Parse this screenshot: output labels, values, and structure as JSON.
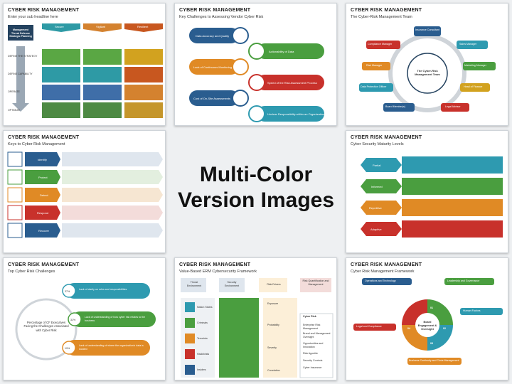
{
  "headline": {
    "line1": "Multi-Color",
    "line2": "Version Images"
  },
  "slides": [
    {
      "title": "CYBER RISK MANAGEMENT",
      "subtitle": "Enter your sub headline here",
      "columns": [
        "Secure",
        "Vigilant",
        "Resilient"
      ],
      "left_labels": [
        "Management Threat Defense Strategic Planning",
        "DEFINE THE STRATEGY",
        "DEFINE CAPABILITY",
        "OPERATE",
        "OPTIMIZE"
      ]
    },
    {
      "title": "CYBER RISK MANAGEMENT",
      "subtitle": "Key Challenges to Assessing Vendor Cyber Risk",
      "items": [
        "Data Accuracy and Quality",
        "Lack of Continuous Monitoring",
        "Cost of On-Site Assessments",
        "Actionability of Data",
        "Speed of the Risk Assessment Process",
        "Unclear Responsibility within an Organization"
      ]
    },
    {
      "title": "CYBER RISK MANAGEMENT",
      "subtitle": "The Cyber-Risk Management Team",
      "center": "The Cyber-Risk Management Team",
      "roles": [
        "Insurance Consultant",
        "Sales Manager",
        "Marketing Manager",
        "Head of Finance",
        "Legal Advisor",
        "Board Member(s)",
        "Data Protection Officer",
        "Risk Manager",
        "Compliance Manager"
      ]
    },
    {
      "title": "CYBER RISK MANAGEMENT",
      "subtitle": "Keys to Cyber Risk Management",
      "keys": [
        "Identify",
        "Protect",
        "Detect",
        "Respond",
        "Recover"
      ]
    },
    {
      "title": "CYBER RISK MANAGEMENT",
      "subtitle": "Cyber Security Maturity Levels",
      "levels": [
        "Partial",
        "Informed",
        "Repetitive",
        "Adaptive"
      ]
    },
    {
      "title": "CYBER RISK MANAGEMENT",
      "subtitle": "Top Cyber Risk Challenges",
      "center": "Percentage of CF Executives Facing the Challenges Associated with Cyber Risk",
      "pcts": [
        "37%",
        "31%",
        "19%"
      ],
      "items": [
        "Lack of clarity on roles and responsibilities",
        "Lack of understanding of how cyber risk relates to the business",
        "Lack of understanding of where the organization's data is located"
      ]
    },
    {
      "title": "CYBER RISK MANAGEMENT",
      "subtitle": "Value-Based ERM Cybersecurity Framework",
      "flow": [
        "Threat Environment",
        "Security Environment",
        "Risk Drivers",
        "Risk Quantification and Management"
      ],
      "left": [
        "Nation States",
        "Criminals",
        "Terrorists",
        "Hacktivists",
        "Insiders"
      ],
      "mid": [
        "Exposure",
        "Probability",
        "Severity",
        "Correlation"
      ],
      "right_title": "Cyber Risk",
      "right": [
        "Enterprise Risk Management",
        "Brand and Management Oversight",
        "Opportunities and Innovation",
        "Risk Appetite",
        "Security Controls",
        "Cyber Insurance"
      ]
    },
    {
      "title": "CYBER RISK MANAGEMENT",
      "subtitle": "Cyber Risk Management Framework",
      "center": "Board Engagement & Oversight",
      "nums": [
        "01",
        "02",
        "03",
        "04"
      ],
      "boxes": [
        "Operations and Technology",
        "Leadership and Governance",
        "Human Factors",
        "Business Continuity and Crisis Management",
        "Legal and Compliance"
      ]
    }
  ]
}
